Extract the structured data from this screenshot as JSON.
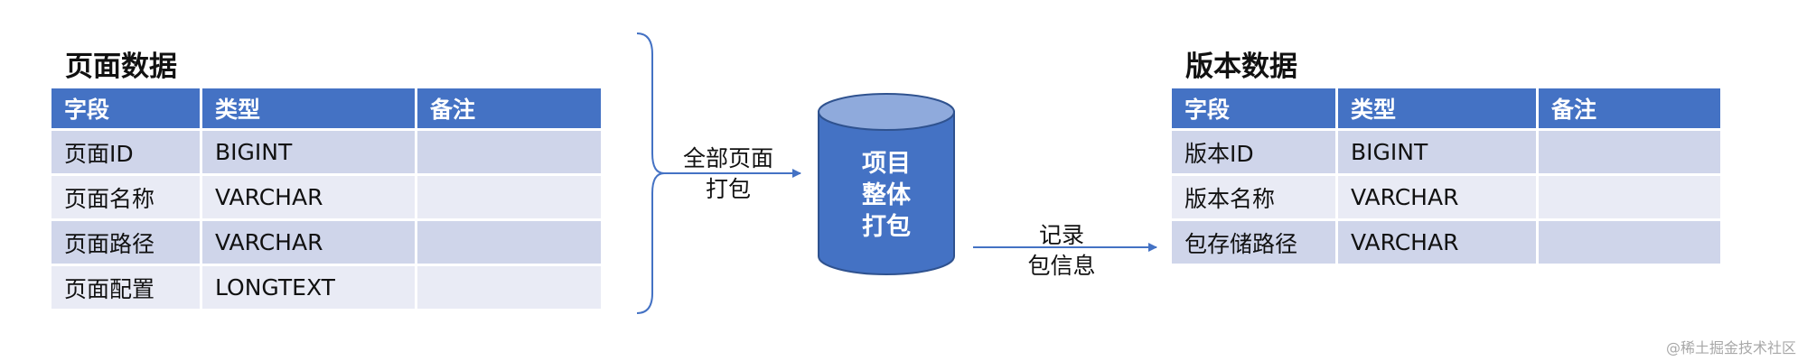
{
  "left": {
    "title": "页面数据",
    "headers": [
      "字段",
      "类型",
      "备注"
    ],
    "rows": [
      [
        "页面ID",
        "BIGINT",
        ""
      ],
      [
        "页面名称",
        "VARCHAR",
        ""
      ],
      [
        "页面路径",
        "VARCHAR",
        ""
      ],
      [
        "页面配置",
        "LONGTEXT",
        ""
      ]
    ]
  },
  "right": {
    "title": "版本数据",
    "headers": [
      "字段",
      "类型",
      "备注"
    ],
    "rows": [
      [
        "版本ID",
        "BIGINT",
        ""
      ],
      [
        "版本名称",
        "VARCHAR",
        ""
      ],
      [
        "包存储路径",
        "VARCHAR",
        ""
      ]
    ]
  },
  "labels": {
    "pack_all_line1": "全部页面",
    "pack_all_line2": "打包",
    "record_line1": "记录",
    "record_line2": "包信息"
  },
  "cylinder": {
    "line1": "项目",
    "line2": "整体",
    "line3": "打包"
  },
  "watermark": "@稀土掘金技术社区",
  "colors": {
    "header_blue": "#4472c4",
    "row_dark": "#cfd5ea",
    "row_light": "#e9ebf5",
    "cylinder_body": "#4472c4",
    "cylinder_top": "#8faadc",
    "cylinder_stroke": "#2f528f",
    "connector": "#4472c4"
  }
}
